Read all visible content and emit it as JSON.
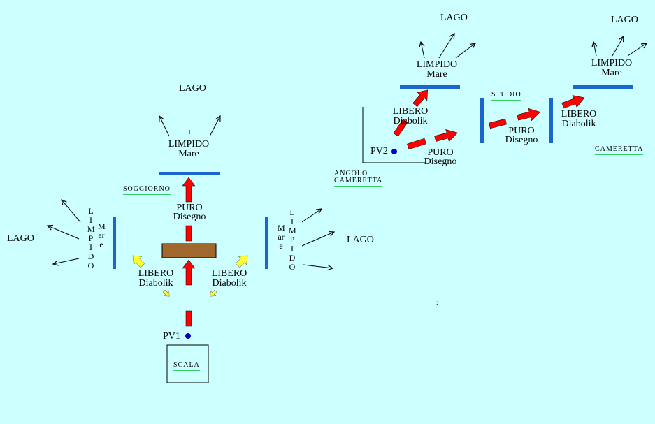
{
  "colors": {
    "background": "#ccffff",
    "wall": "#1a66cc",
    "red_arrow": "#ff0000",
    "yellow_arrow": "#ffff33",
    "table": "#a0682f",
    "dot": "#0000cc",
    "underline": "#33cc66"
  },
  "labels": {
    "lago": "LAGO",
    "limpido": "LIMPIDO",
    "mare": "Mare",
    "puro": "PURO",
    "disegno": "Disegno",
    "libero": "LIBERO",
    "diabolik": "Diabolik",
    "pv1": "PV1",
    "pv2": "PV2",
    "scala": "SCALA",
    "soggiorno": "SOGGIORNO",
    "angolo": "ANGOLO",
    "cameretta": "CAMERETTA",
    "studio": "STUDIO"
  }
}
